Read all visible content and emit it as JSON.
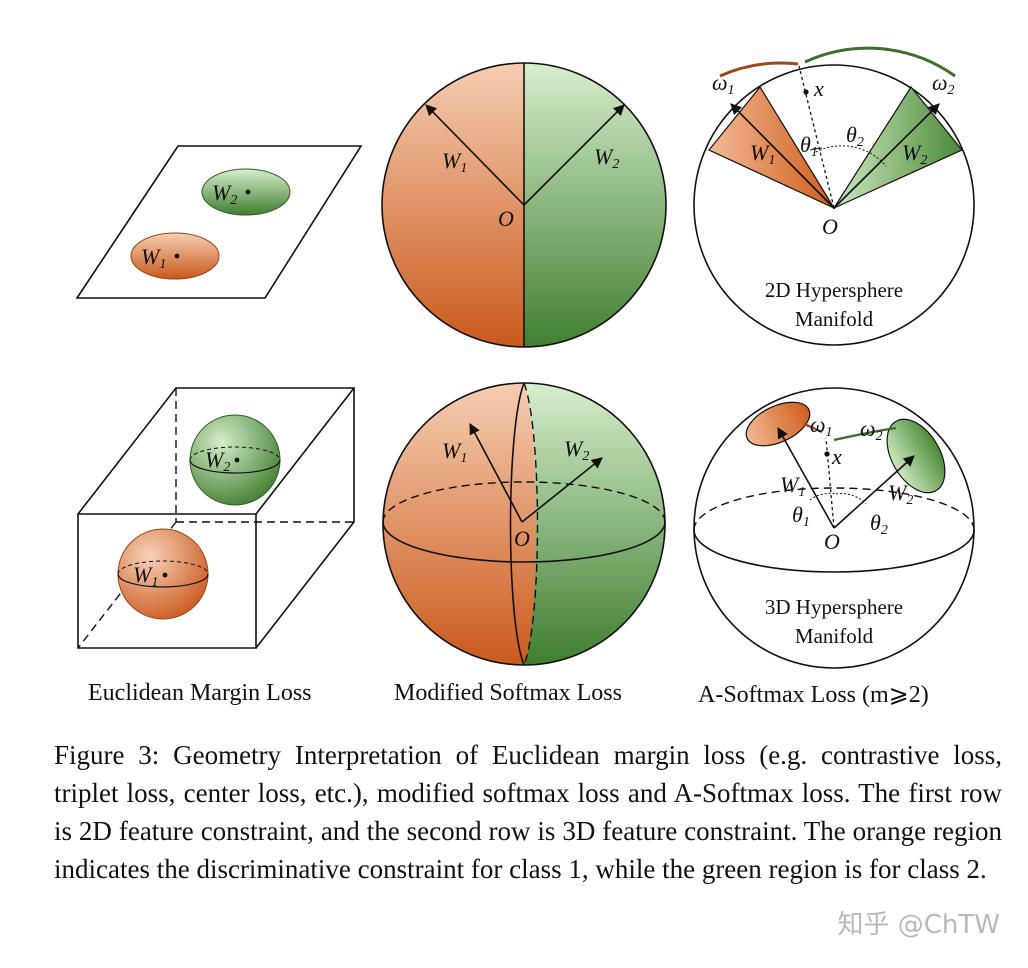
{
  "labels": {
    "w1": "W",
    "w2": "W",
    "sub1": "1",
    "sub2": "2",
    "origin": "O",
    "x": "x",
    "omega": "ω",
    "theta": "θ"
  },
  "panels": {
    "hypersphere_2d_line1": "2D Hypersphere",
    "hypersphere_2d_line2": "Manifold",
    "hypersphere_3d_line1": "3D Hypersphere",
    "hypersphere_3d_line2": "Manifold"
  },
  "columns": {
    "euclidean": "Euclidean Margin Loss",
    "modified": "Modified Softmax Loss",
    "asoftmax": "A-Softmax Loss (m⩾2)"
  },
  "caption": {
    "text": "Figure 3: Geometry Interpretation of Euclidean margin loss (e.g. contrastive loss, triplet loss, center loss, etc.), modified softmax loss and A-Softmax loss. The first row is 2D feature constraint, and the second row is 3D feature constraint. The orange region indicates the discriminative constraint for class 1, while the green region is for class 2."
  },
  "watermark": "知乎 @ChTW",
  "colors": {
    "orange": "#d1601e",
    "orange_light": "#f5c7a8",
    "green": "#4c8b38",
    "green_light": "#d2ebc8"
  }
}
